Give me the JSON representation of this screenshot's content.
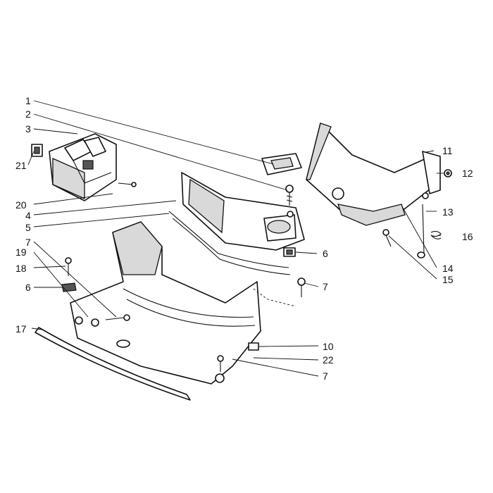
{
  "callouts": [
    "1",
    "2",
    "3",
    "21",
    "20",
    "4",
    "5",
    "7",
    "19",
    "18",
    "6",
    "17",
    "11",
    "12",
    "13",
    "16",
    "14",
    "15",
    "10",
    "22"
  ],
  "colors": {
    "line": "#111111",
    "background": "#ffffff",
    "shade": "#d9d9d9"
  }
}
